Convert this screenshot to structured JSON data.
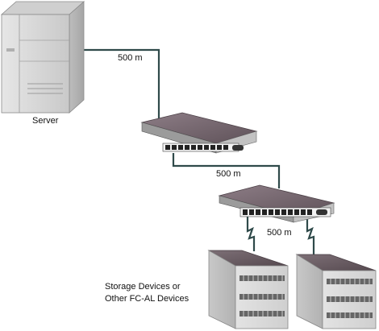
{
  "labels": {
    "server": "Server",
    "link_server_hub": "500 m",
    "link_hub_hub": "500 m",
    "link_hub_storage": "500 m",
    "storage_line1": "Storage Devices or",
    "storage_line2": "Other FC-AL Devices"
  },
  "colors": {
    "cable": "#2f4a4a",
    "device_top": "#7a6a72",
    "device_front": "#d7d7d7",
    "server_body": "#d9d9d9",
    "storage_top": "#6f6268"
  },
  "icons": [
    "server-icon",
    "hub-icon",
    "hub-icon",
    "storage-icon",
    "storage-icon"
  ]
}
